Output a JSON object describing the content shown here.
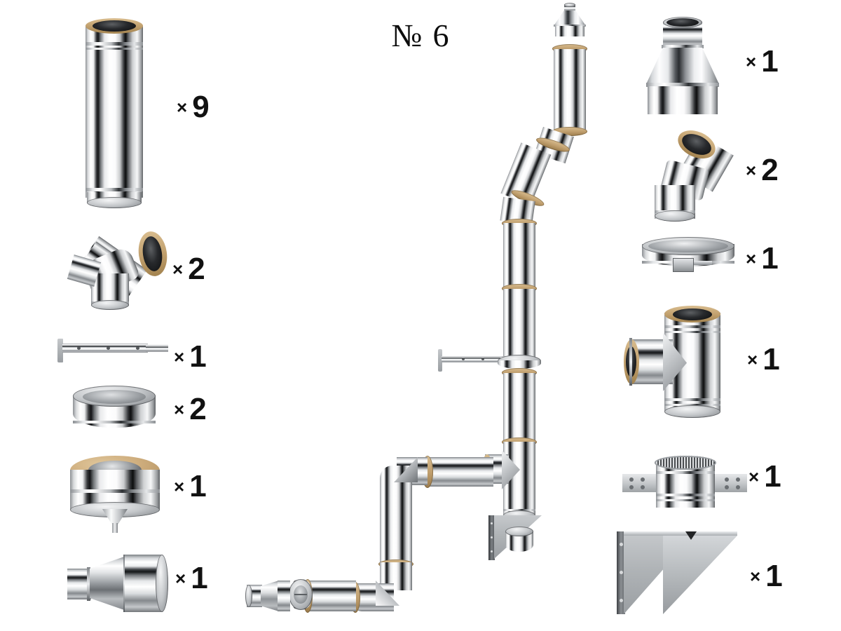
{
  "title": {
    "numero": "№",
    "number": "6",
    "full": "№ 6"
  },
  "multiplier_symbol": "×",
  "background_color": "#ffffff",
  "colors": {
    "steel_light": "#ffffff",
    "steel_mid": "#b8bbbe",
    "steel_dark": "#121315",
    "insulation": "#c8a878",
    "bracket_grey": "#b0b4b7",
    "text": "#111111"
  },
  "left_column": {
    "items": [
      {
        "id": "straight-pipe",
        "name": "straight-insulated-pipe",
        "qty": "9",
        "qty_label": "× 9"
      },
      {
        "id": "elbow-90",
        "name": "elbow-90-degree",
        "qty": "2",
        "qty_label": "× 2"
      },
      {
        "id": "wall-strut",
        "name": "wall-strut-support",
        "qty": "1",
        "qty_label": "× 1"
      },
      {
        "id": "collar-ring",
        "name": "finishing-collar-ring",
        "qty": "2",
        "qty_label": "× 2"
      },
      {
        "id": "condensate-drain",
        "name": "condensate-drain-cap",
        "qty": "1",
        "qty_label": "× 1"
      },
      {
        "id": "reducer-adapter",
        "name": "reducer-adapter",
        "qty": "1",
        "qty_label": "× 1"
      }
    ]
  },
  "right_column": {
    "items": [
      {
        "id": "terminal-cone",
        "name": "terminal-cone-cap",
        "qty": "1",
        "qty_label": "× 1"
      },
      {
        "id": "elbow-45",
        "name": "elbow-45-degree",
        "qty": "2",
        "qty_label": "× 2"
      },
      {
        "id": "clamp-band",
        "name": "clamp-band",
        "qty": "1",
        "qty_label": "× 1"
      },
      {
        "id": "tee-piece",
        "name": "tee-branch-piece",
        "qty": "1",
        "qty_label": "× 1"
      },
      {
        "id": "base-support-plate",
        "name": "base-support-plate",
        "qty": "1",
        "qty_label": "× 1"
      },
      {
        "id": "wall-bracket",
        "name": "triangular-wall-bracket",
        "qty": "1",
        "qty_label": "× 1"
      }
    ]
  },
  "assembly": {
    "name": "chimney-assembly-diagram",
    "components": [
      "terminal-cone-cap",
      "straight-insulated-pipe",
      "elbow-45-degree",
      "elbow-45-degree",
      "wall-strut-support",
      "finishing-collar-ring",
      "tee-branch-piece",
      "base-support-plate",
      "triangular-wall-bracket",
      "elbow-90-degree",
      "elbow-90-degree",
      "condensate-drain-cap",
      "reducer-adapter"
    ]
  }
}
